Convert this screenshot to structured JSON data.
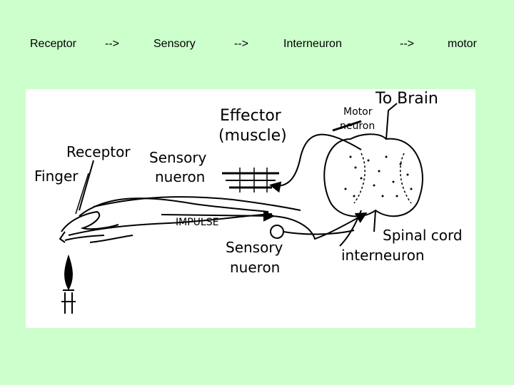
{
  "flow": {
    "step1": "Receptor",
    "arrow1": "-->",
    "step2": "Sensory",
    "arrow2": "-->",
    "step3": "Interneuron",
    "arrow3": "-->",
    "step4": "motor"
  },
  "diagram": {
    "to_brain": "To Brain",
    "motor_neuron_line1": "Motor",
    "motor_neuron_line2": "neuron",
    "effector_line1": "Effector",
    "effector_line2": "(muscle)",
    "receptor": "Receptor",
    "sensory_top_line1": "Sensory",
    "sensory_top_line2": "nueron",
    "finger": "Finger",
    "impulse": "IMPULSE",
    "sensory_bottom_line1": "Sensory",
    "sensory_bottom_line2": "nueron",
    "spinal_cord": "Spinal cord",
    "interneuron": "interneuron"
  }
}
